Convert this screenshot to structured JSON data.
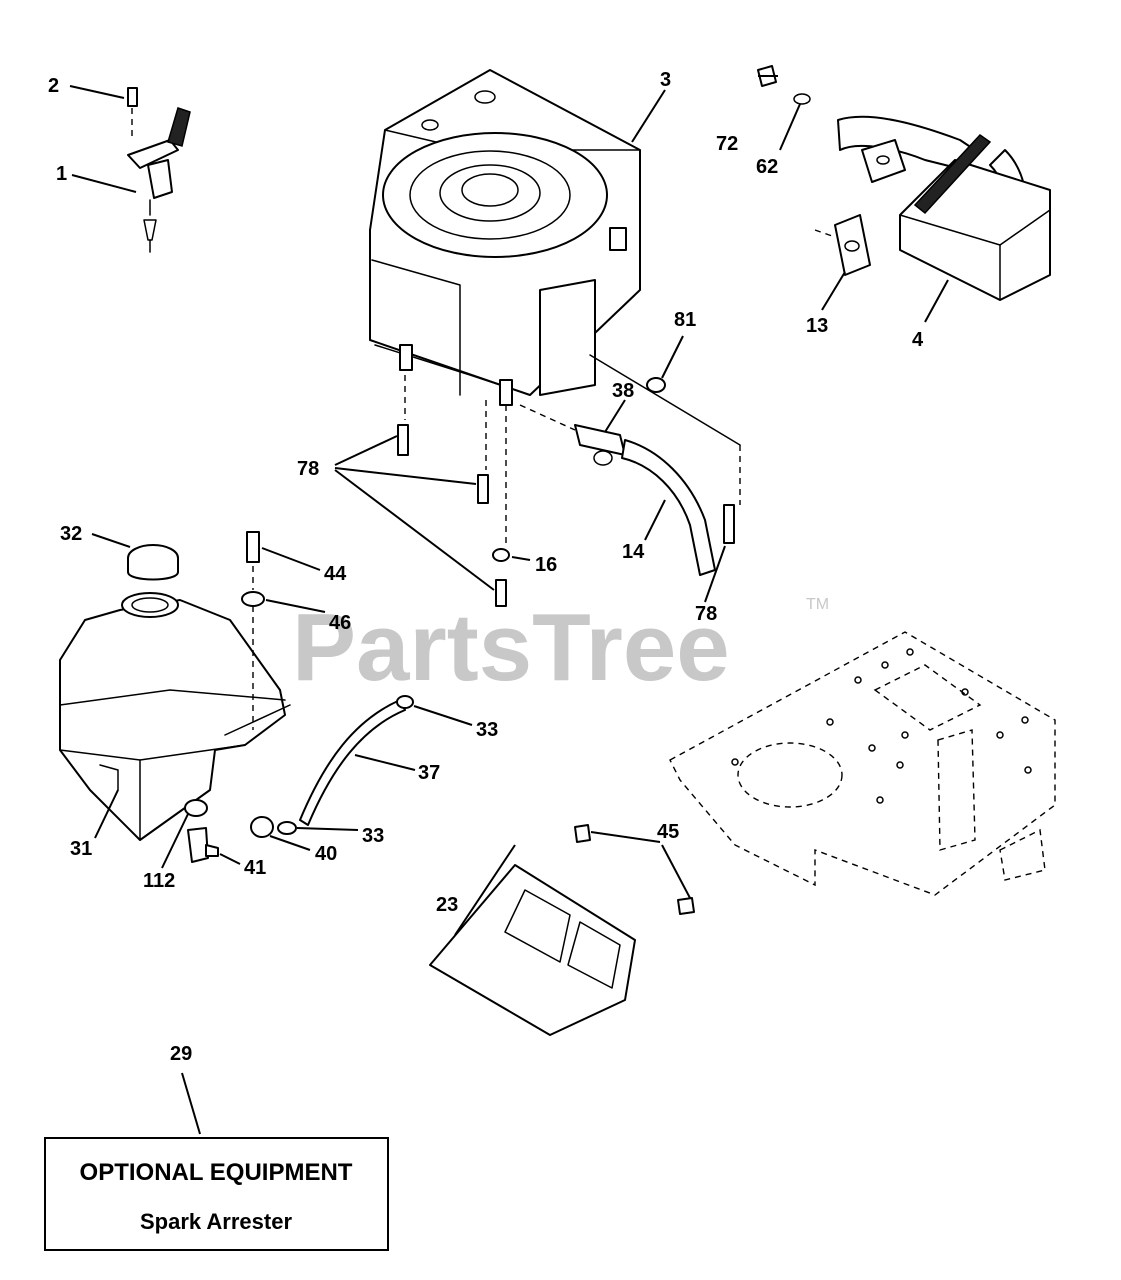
{
  "watermark": {
    "text": "PartsTree",
    "mark": "TM"
  },
  "callouts": {
    "c1": "1",
    "c2": "2",
    "c3": "3",
    "c4": "4",
    "c13": "13",
    "c62": "62",
    "c72": "72",
    "c81": "81",
    "c38": "38",
    "c78a": "78",
    "c78b": "78",
    "c14": "14",
    "c16": "16",
    "c32": "32",
    "c44": "44",
    "c46": "46",
    "c33a": "33",
    "c37": "37",
    "c33b": "33",
    "c40": "40",
    "c31": "31",
    "c112": "112",
    "c41": "41",
    "c45": "45",
    "c23": "23",
    "c29": "29"
  },
  "optional_box": {
    "title": "OPTIONAL EQUIPMENT",
    "subtitle": "Spark Arrester"
  }
}
